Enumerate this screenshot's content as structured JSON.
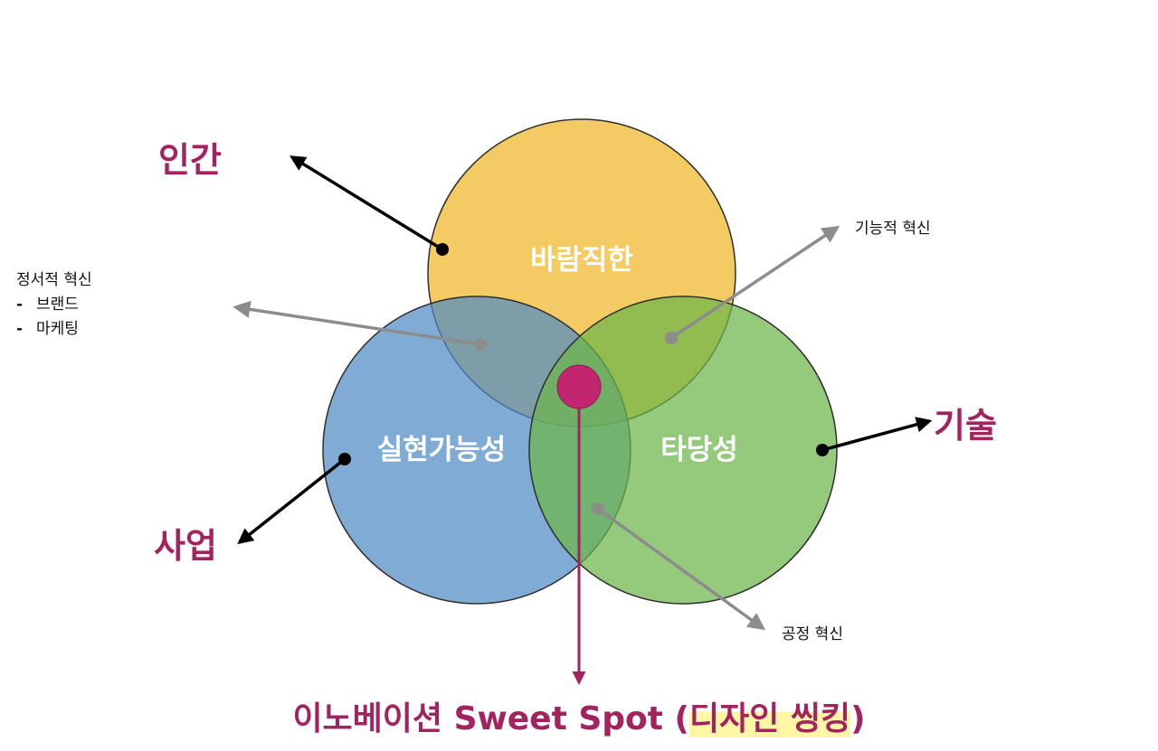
{
  "colors": {
    "desirable": "#f1c247",
    "feasible": "#4f8ac4",
    "viable": "#6cb54a",
    "accent": "#a3235f",
    "sweet_spot": "#c2266e",
    "gray_arrow": "#8c8c8c",
    "highlight": "#fff6a6"
  },
  "circles": {
    "desirable": "바람직한",
    "feasible": "실현가능성",
    "viable": "타당성"
  },
  "outer_labels": {
    "human": "인간",
    "business": "사업",
    "technology": "기술"
  },
  "innovations": {
    "functional": "기능적 혁신",
    "process": "공정 혁신",
    "emotional": {
      "title": "정서적 혁신",
      "items": [
        "브랜드",
        "마케팅"
      ]
    }
  },
  "sweet_spot": {
    "prefix": "이노베이션 Sweet Spot (",
    "highlight": "디자인 씽킹",
    "suffix": ")"
  }
}
